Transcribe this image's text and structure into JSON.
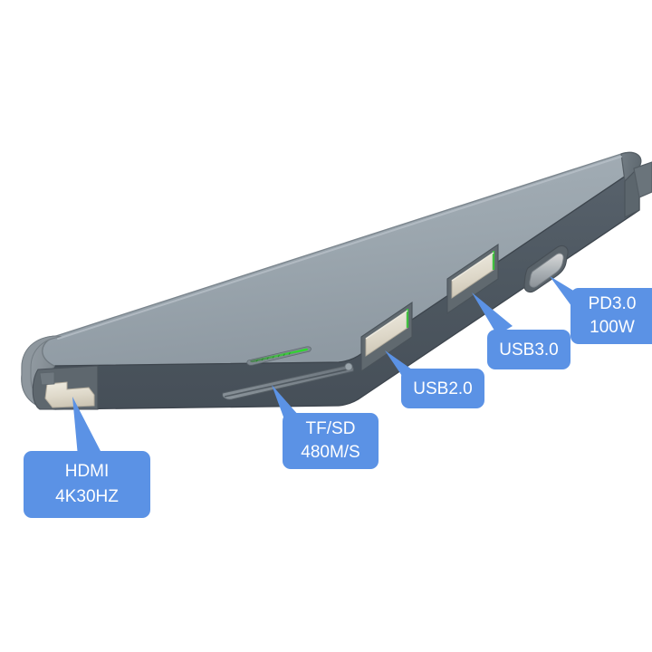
{
  "scene": {
    "title": "USB-C Hub Product Diagram",
    "background_color": "#ffffff",
    "device": {
      "name": "USB-C multiport hub",
      "body_top_color": "#9aa5ad",
      "body_front_color": "#4d5660",
      "body_end_color": "#8d969d",
      "body_side_color": "#6e7880",
      "port_insert_color": "#ded8c9",
      "led_color": "#2ecc2e"
    },
    "callout": {
      "fill_color": "#5b92e5",
      "text_color": "#ffffff",
      "corner_radius": 8
    }
  },
  "callouts": [
    {
      "id": "hdmi",
      "port": "hdmi-port",
      "line1": "HDMI",
      "line2": "4K30HZ"
    },
    {
      "id": "tfsd",
      "port": "tf-sd-card-slot",
      "line1": "TF/SD",
      "line2": "480M/S"
    },
    {
      "id": "usb20",
      "port": "usb-a-2-0-port",
      "line1": "USB2.0",
      "line2": ""
    },
    {
      "id": "usb30",
      "port": "usb-a-3-0-port",
      "line1": "USB3.0",
      "line2": ""
    },
    {
      "id": "pd30",
      "port": "usb-c-pd-port",
      "line1": "PD3.0",
      "line2": "100W"
    }
  ]
}
